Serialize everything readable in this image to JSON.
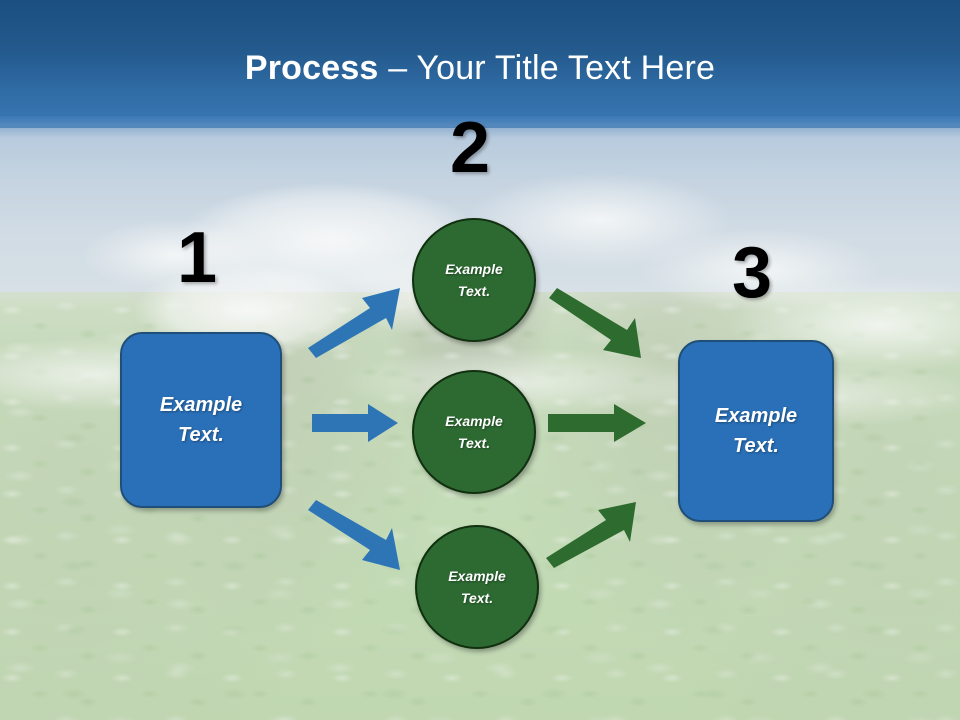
{
  "slide": {
    "title_bold": "Process",
    "title_rest": " – Your Title Text Here",
    "background_description": "soybean-field-with-sky-photo"
  },
  "theme": {
    "header_top_color": "#1b4f81",
    "header_bottom_color": "#3a79b6",
    "blue_fill": "#2a70b8",
    "blue_border": "#1f4e79",
    "green_fill": "#2d6a32",
    "green_border": "#10300f",
    "blue_arrow_color": "#2e75b6",
    "green_arrow_color": "#2e6b2e",
    "number_color": "#000000",
    "shape_text_color": "#ffffff"
  },
  "steps": [
    {
      "number": "1",
      "label": "Example\nText."
    },
    {
      "number": "2",
      "label": "Example\nText."
    },
    {
      "number": "3",
      "label": "Example\nText."
    }
  ],
  "stage1": {
    "number": "1",
    "box_label": "Example\nText."
  },
  "stage2": {
    "number": "2",
    "circles": [
      {
        "label": "Example\nText."
      },
      {
        "label": "Example\nText."
      },
      {
        "label": "Example\nText."
      }
    ]
  },
  "stage3": {
    "number": "3",
    "box_label": "Example\nText."
  },
  "connectors": {
    "blue": [
      {
        "name": "arrow-stage1-to-circle-top",
        "direction": "up-right"
      },
      {
        "name": "arrow-stage1-to-circle-middle",
        "direction": "right"
      },
      {
        "name": "arrow-stage1-to-circle-bottom",
        "direction": "down-right"
      }
    ],
    "green": [
      {
        "name": "arrow-circle-top-to-stage3",
        "direction": "down-right"
      },
      {
        "name": "arrow-circle-middle-to-stage3",
        "direction": "right"
      },
      {
        "name": "arrow-circle-bottom-to-stage3",
        "direction": "up-right"
      }
    ]
  }
}
